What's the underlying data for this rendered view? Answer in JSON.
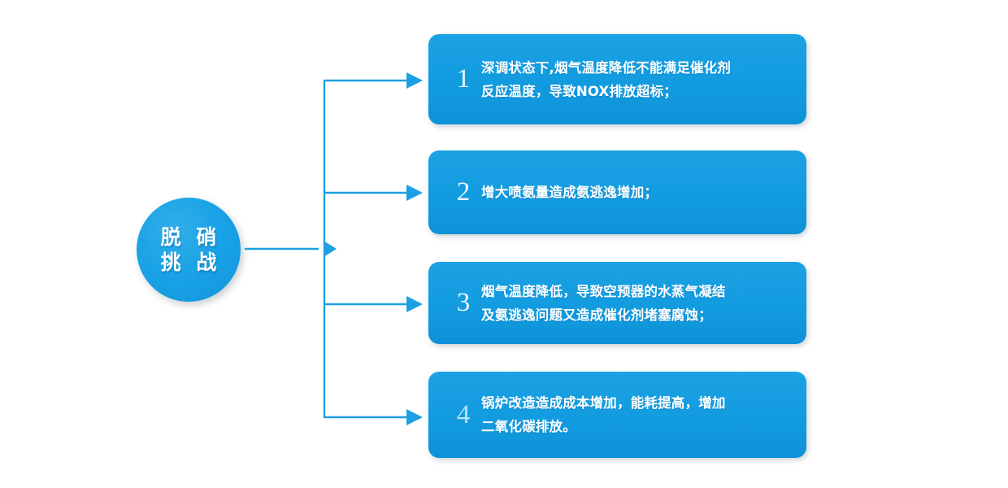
{
  "diagram": {
    "type": "fan-out-flow",
    "hub": {
      "name": "脱硝挑战",
      "line1": "脱 硝",
      "line2": "挑 战",
      "shape": "circle",
      "color": "#1AA3E6",
      "text_color": "#ffffff"
    },
    "accent_color": "#139BDF",
    "connector_color": "#1D9FE3",
    "background": "#ffffff",
    "items": [
      {
        "number": "1",
        "text": "深调状态下,烟气温度降低不能满足催化剂反应温度，导致NOX排放超标；",
        "lines": [
          "深调状态下,烟气温度降低不能满足催化剂",
          "反应温度，导致NOX排放超标；"
        ]
      },
      {
        "number": "2",
        "text": "增大喷氨量造成氨逃逸增加；",
        "lines": [
          "增大喷氨量造成氨逃逸增加；"
        ]
      },
      {
        "number": "3",
        "text": "烟气温度降低，导致空预器的水蒸气凝结及氨逃逸问题又造成催化剂堵塞腐蚀；",
        "lines": [
          "烟气温度降低，导致空预器的水蒸气凝结",
          "及氨逃逸问题又造成催化剂堵塞腐蚀；"
        ]
      },
      {
        "number": "4",
        "text": "锅炉改造造成成本增加，能耗提高，增加二氧化碳排放。",
        "lines": [
          "锅炉改造造成成本增加，能耗提高，增加",
          "二氧化碳排放。"
        ]
      }
    ]
  }
}
